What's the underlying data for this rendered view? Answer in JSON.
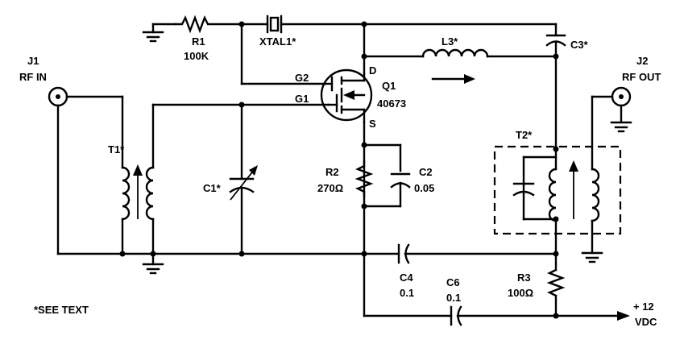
{
  "labels": {
    "j1": "J1",
    "j1_desc": "RF IN",
    "j2": "J2",
    "j2_desc": "RF OUT",
    "r1": "R1",
    "r1_value": "100K",
    "xtal1": "XTAL1*",
    "l3": "L3*",
    "c3": "C3*",
    "q1": "Q1",
    "q1_part": "40673",
    "g1": "G1",
    "g2": "G2",
    "d": "D",
    "s": "S",
    "t1": "T1*",
    "t2": "T2*",
    "c1": "C1*",
    "r2": "R2",
    "r2_value": "270Ω",
    "c2": "C2",
    "c2_value": "0.05",
    "c4": "C4",
    "c4_value": "0.1",
    "c6": "C6",
    "c6_value": "0.1",
    "r3": "R3",
    "r3_value": "100Ω",
    "supply": "+ 12",
    "supply_unit": "VDC",
    "note": "*SEE TEXT"
  }
}
